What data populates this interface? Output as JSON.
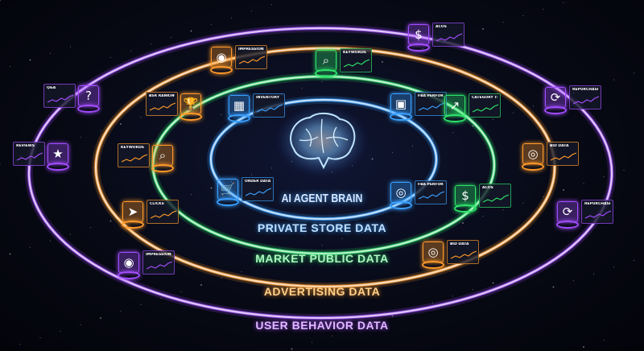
{
  "center": {
    "label": "AI AGENT BRAIN",
    "color": "#d6e6ff"
  },
  "rings": [
    {
      "id": "private-store",
      "label": "PRIVATE STORE DATA",
      "color": "#3aa0ff",
      "text_color": "#bfe0ff"
    },
    {
      "id": "market-public",
      "label": "MARKET PUBLIC DATA",
      "color": "#2ee36a",
      "text_color": "#aef5c0"
    },
    {
      "id": "advertising",
      "label": "ADVERTISING DATA",
      "color": "#ff9a2a",
      "text_color": "#ffd08a"
    },
    {
      "id": "user-behavior",
      "label": "USER BEHAVIOR DATA",
      "color": "#a34dff",
      "text_color": "#e1b8ff"
    }
  ],
  "nodes": [
    {
      "ring": 0,
      "title": "INVENTORY",
      "icon": "warehouse-icon",
      "glyph": "▦"
    },
    {
      "ring": 0,
      "title": "FBA PERFORMANCE",
      "icon": "box-icon",
      "glyph": "▣"
    },
    {
      "ring": 0,
      "title": "ORDER DATA",
      "icon": "shopping-cart-icon",
      "glyph": "🛒"
    },
    {
      "ring": 0,
      "title": "FBA PERFORMANCE",
      "icon": "coins-icon",
      "glyph": "◎"
    },
    {
      "ring": 1,
      "title": "KEYWORDS",
      "icon": "search-icon",
      "glyph": "⌕"
    },
    {
      "ring": 1,
      "title": "CATEGORY TRENDS",
      "icon": "trend-up-icon",
      "glyph": "↗"
    },
    {
      "ring": 1,
      "title": "ACOS",
      "icon": "dollar-icon",
      "glyph": "$"
    },
    {
      "ring": 2,
      "title": "IMPRESSIONS",
      "icon": "eye-icon",
      "glyph": "◉"
    },
    {
      "ring": 2,
      "title": "BSR RANKINGS",
      "icon": "trophy-icon",
      "glyph": "🏆"
    },
    {
      "ring": 2,
      "title": "KEYWORDS",
      "icon": "search-icon",
      "glyph": "⌕"
    },
    {
      "ring": 2,
      "title": "CLICKS",
      "icon": "cursor-icon",
      "glyph": "➤"
    },
    {
      "ring": 2,
      "title": "BID DATA",
      "icon": "target-icon",
      "glyph": "◎"
    },
    {
      "ring": 2,
      "title": "BID DATA",
      "icon": "target-icon",
      "glyph": "◎"
    },
    {
      "ring": 3,
      "title": "Q&A",
      "icon": "question-icon",
      "glyph": "?"
    },
    {
      "ring": 3,
      "title": "REVIEWS",
      "icon": "star-icon",
      "glyph": "★"
    },
    {
      "ring": 3,
      "title": "IMPRESSIONS",
      "icon": "eye-icon",
      "glyph": "◉"
    },
    {
      "ring": 3,
      "title": "ACOS",
      "icon": "dollar-icon",
      "glyph": "$"
    },
    {
      "ring": 3,
      "title": "REPURCHASE",
      "icon": "refresh-icon",
      "glyph": "⟳"
    },
    {
      "ring": 3,
      "title": "REPURCHASE",
      "icon": "refresh-icon",
      "glyph": "⟳"
    }
  ]
}
